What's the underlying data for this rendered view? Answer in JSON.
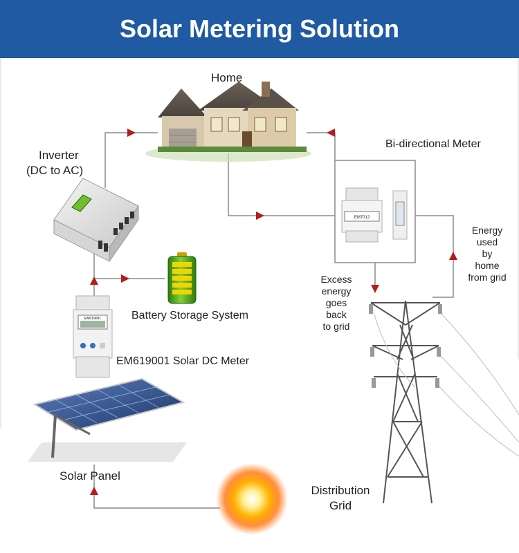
{
  "header": {
    "title": "Solar Metering Solution"
  },
  "labels": {
    "home": "Home",
    "inverter_line1": "Inverter",
    "inverter_line2": "(DC to AC)",
    "bidirectional_meter": "Bi-directional Meter",
    "battery": "Battery Storage System",
    "dc_meter": "EM619001 Solar DC Meter",
    "solar_panel": "Solar Panel",
    "distribution_line1": "Distribution",
    "distribution_line2": "Grid",
    "excess_energy": [
      "Excess",
      "energy",
      "goes",
      "back",
      "to grid"
    ],
    "energy_used": [
      "Energy",
      "used",
      "by",
      "home",
      "from grid"
    ]
  },
  "device_text": {
    "dc_meter_model": "EM619001",
    "bidir_meter_model": "EM7012"
  },
  "colors": {
    "header_bg": "#1f5aa3",
    "arrow": "#b51c1c",
    "wire": "#8a8a8a"
  }
}
